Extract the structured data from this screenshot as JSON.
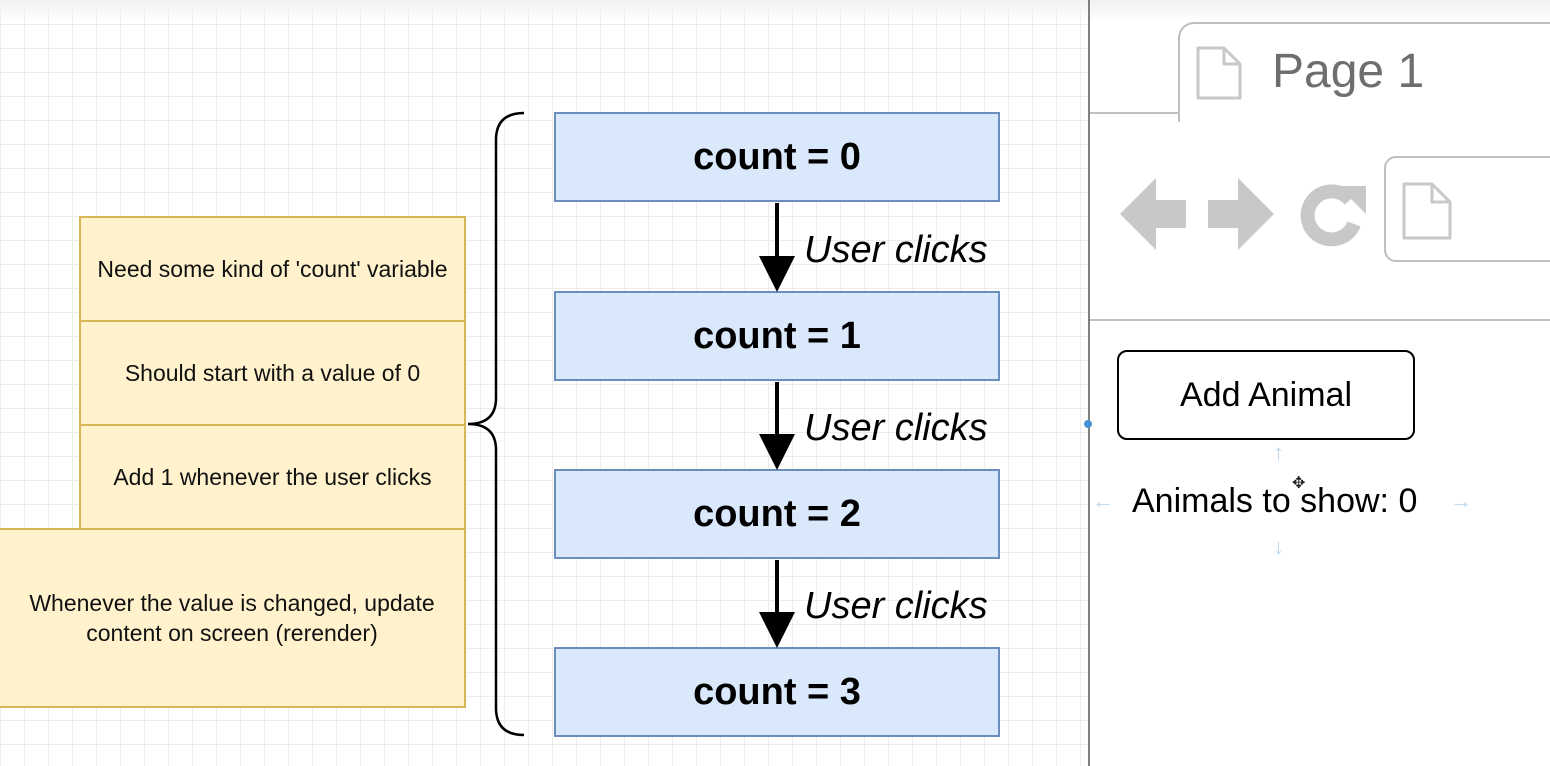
{
  "diagram": {
    "notes": [
      {
        "text": "Need some kind of 'count' variable"
      },
      {
        "text": "Should start with a value of 0"
      },
      {
        "text": "Add 1 whenever the user clicks"
      },
      {
        "text": "Whenever the value is changed, update content on screen (rerender)"
      }
    ],
    "states": [
      {
        "label": "count = 0"
      },
      {
        "label": "count = 1"
      },
      {
        "label": "count = 2"
      },
      {
        "label": "count = 3"
      }
    ],
    "transition_label": "User clicks",
    "colors": {
      "note_fill": "#fff2cc",
      "note_border": "#d6b656",
      "state_fill": "#dae8fc",
      "state_border": "#6c8ebf"
    }
  },
  "browser": {
    "tab_title": "Page 1",
    "button_label": "Add Animal",
    "status_text": "Animals to show: 0",
    "icons": [
      "back-arrow-icon",
      "forward-arrow-icon",
      "reload-icon",
      "page-icon"
    ]
  }
}
